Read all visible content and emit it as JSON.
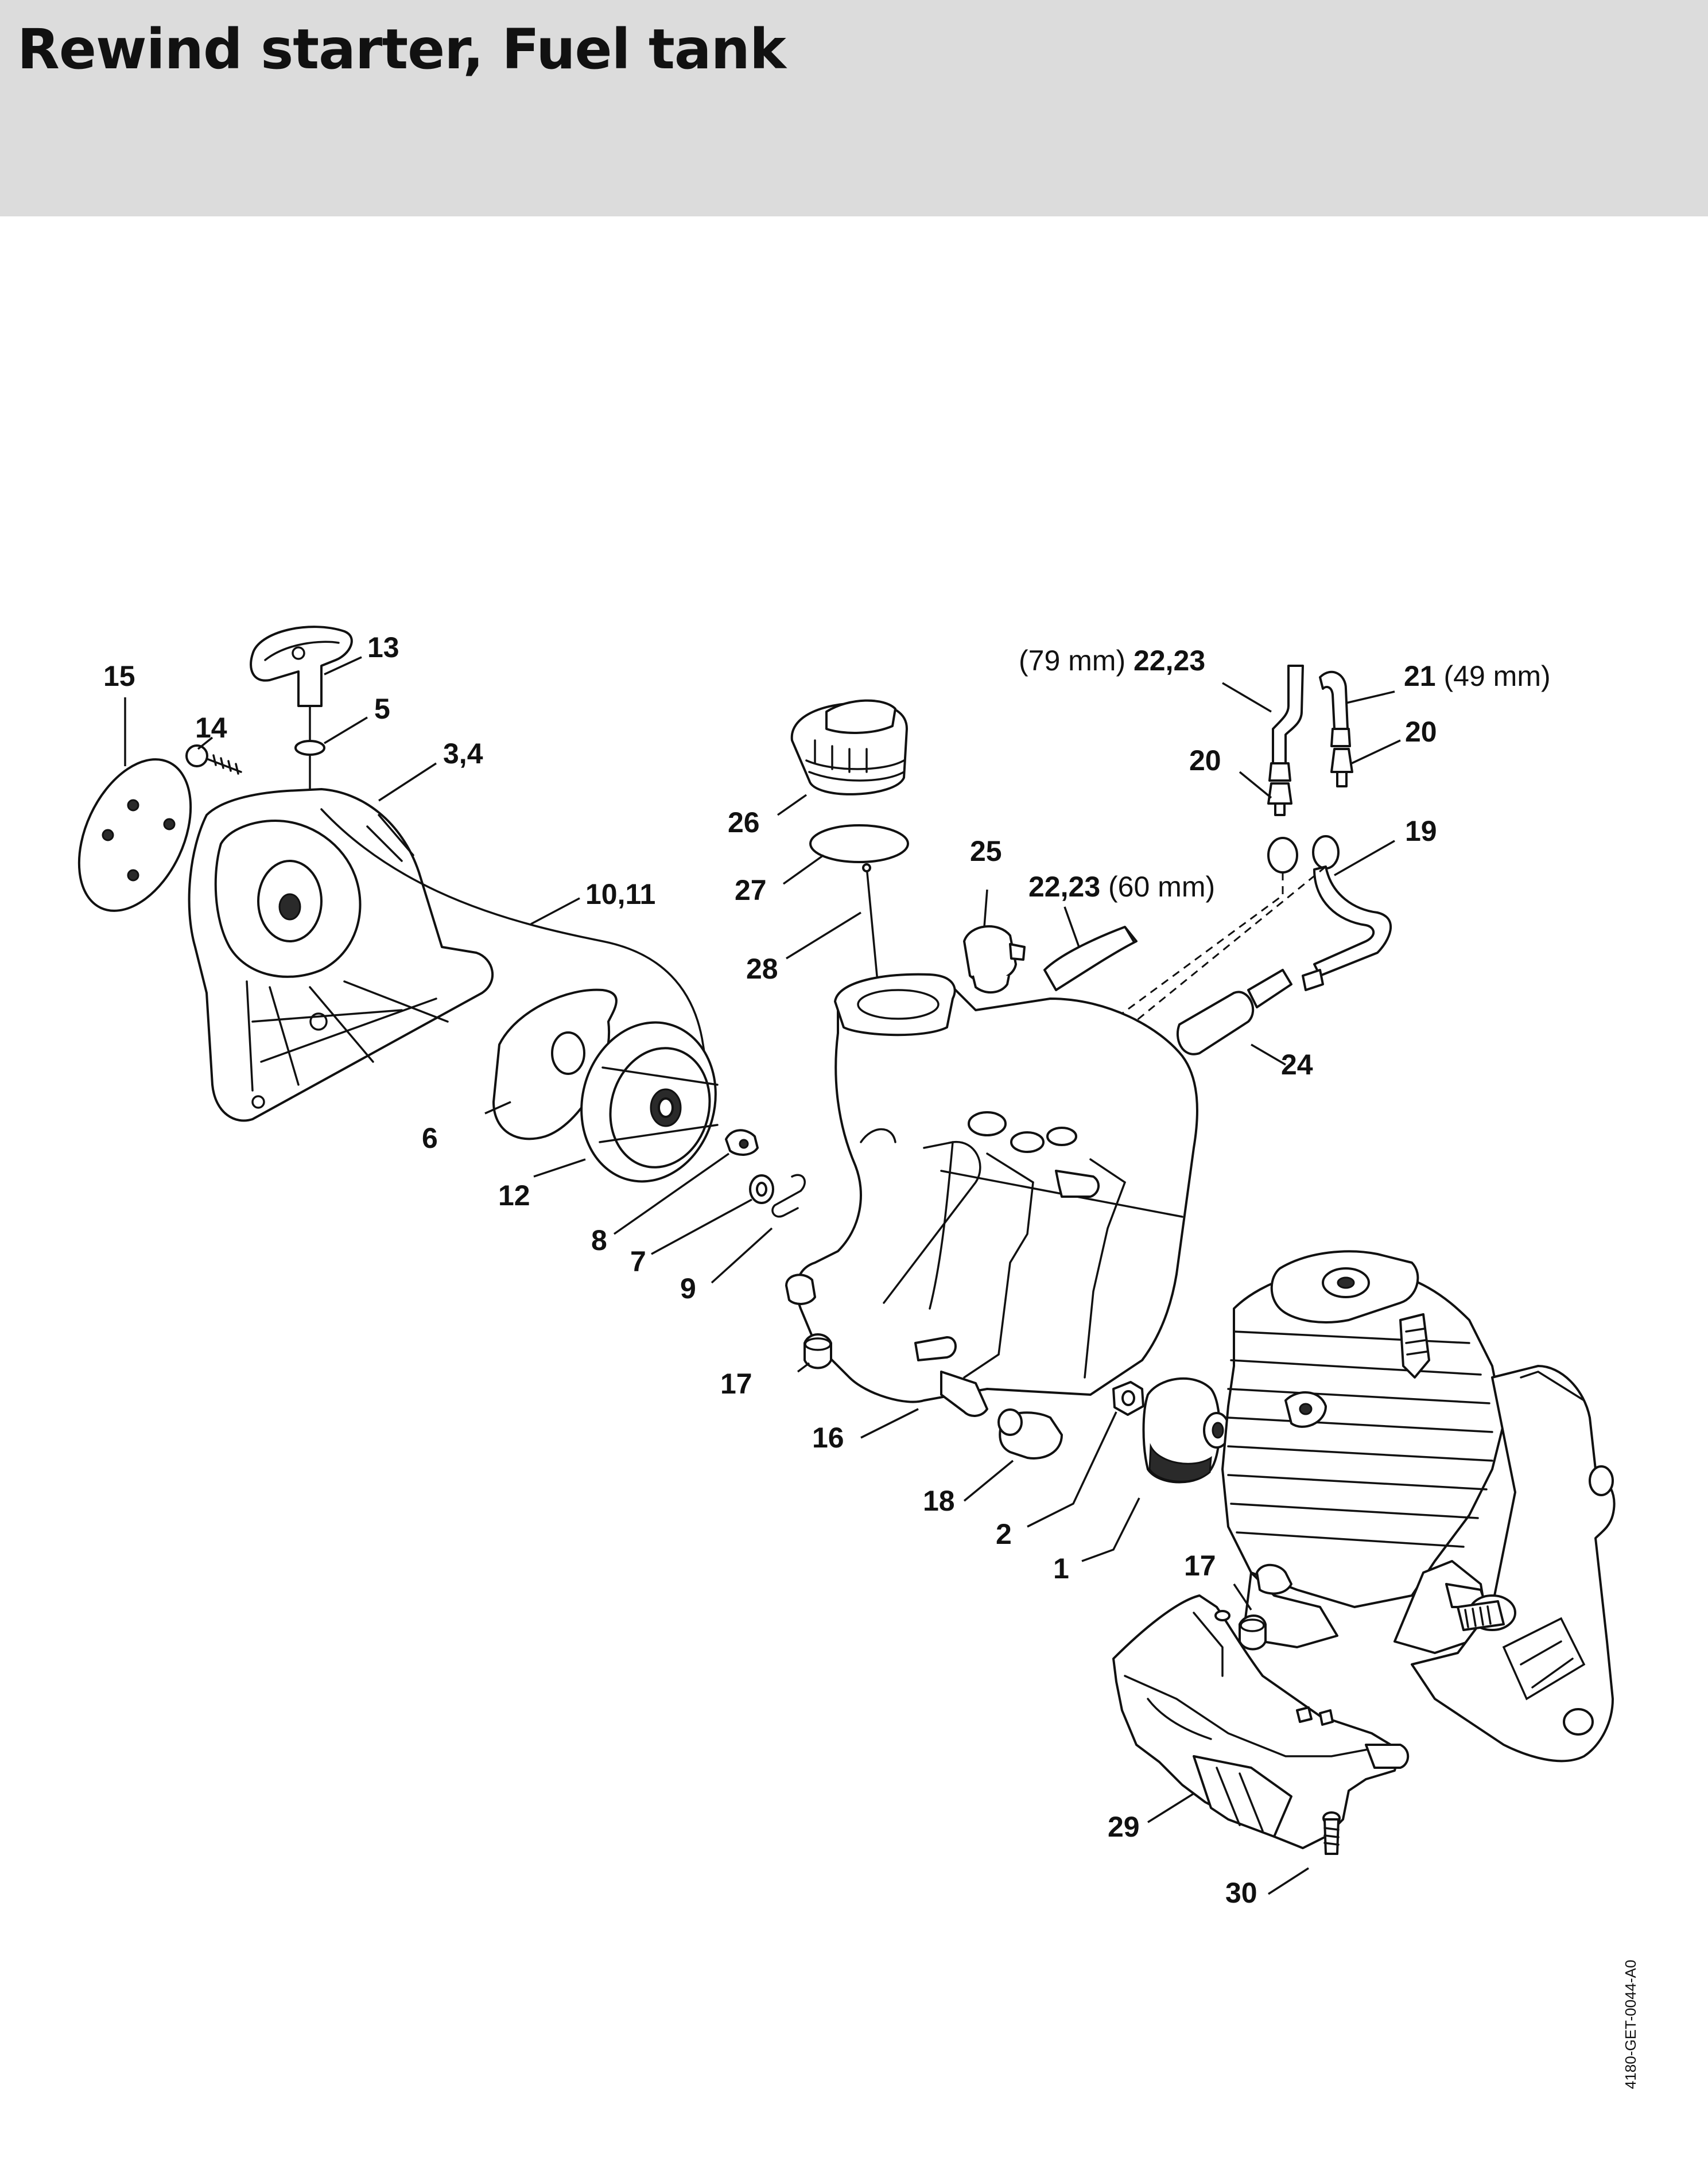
{
  "header": {
    "title": "Rewind starter, Fuel tank"
  },
  "callouts": {
    "c1": "1",
    "c2": "2",
    "c3_4": "3,4",
    "c5": "5",
    "c6": "6",
    "c7": "7",
    "c8": "8",
    "c9": "9",
    "c10_11": "10,11",
    "c12": "12",
    "c13": "13",
    "c14": "14",
    "c15": "15",
    "c16": "16",
    "c17a": "17",
    "c17b": "17",
    "c18": "18",
    "c19": "19",
    "c20a": "20",
    "c20b": "20",
    "c21": "21",
    "c21_unit": " (49 mm)",
    "c22_23_top_unit": "(79 mm) ",
    "c22_23_top": "22,23",
    "c22_23_mid": "22,23",
    "c22_23_mid_unit": " (60 mm)",
    "c24": "24",
    "c25": "25",
    "c26": "26",
    "c27": "27",
    "c28": "28",
    "c29": "29",
    "c30": "30"
  },
  "footer": {
    "doc_id": "4180-GET-0044-A0"
  }
}
